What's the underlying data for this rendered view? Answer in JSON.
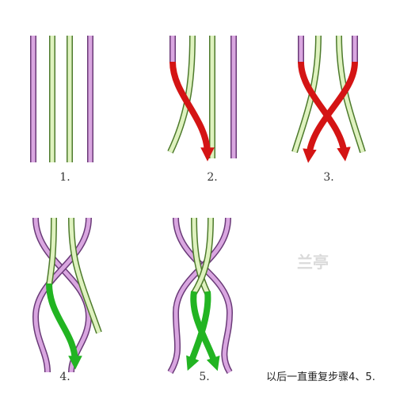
{
  "steps": [
    {
      "label": "1."
    },
    {
      "label": "2."
    },
    {
      "label": "3."
    },
    {
      "label": "4."
    },
    {
      "label": "5."
    }
  ],
  "note": "以后一直重复步骤4、5.",
  "watermark": "兰亭",
  "colors": {
    "strand_pink": "#d9a6e0",
    "strand_pink_edge": "#6a3a78",
    "strand_green": "#dff2bf",
    "strand_green_edge": "#4d7a2c",
    "arrow_red": "#d41414",
    "arrow_green": "#22b422",
    "watermark": "#dadada"
  }
}
